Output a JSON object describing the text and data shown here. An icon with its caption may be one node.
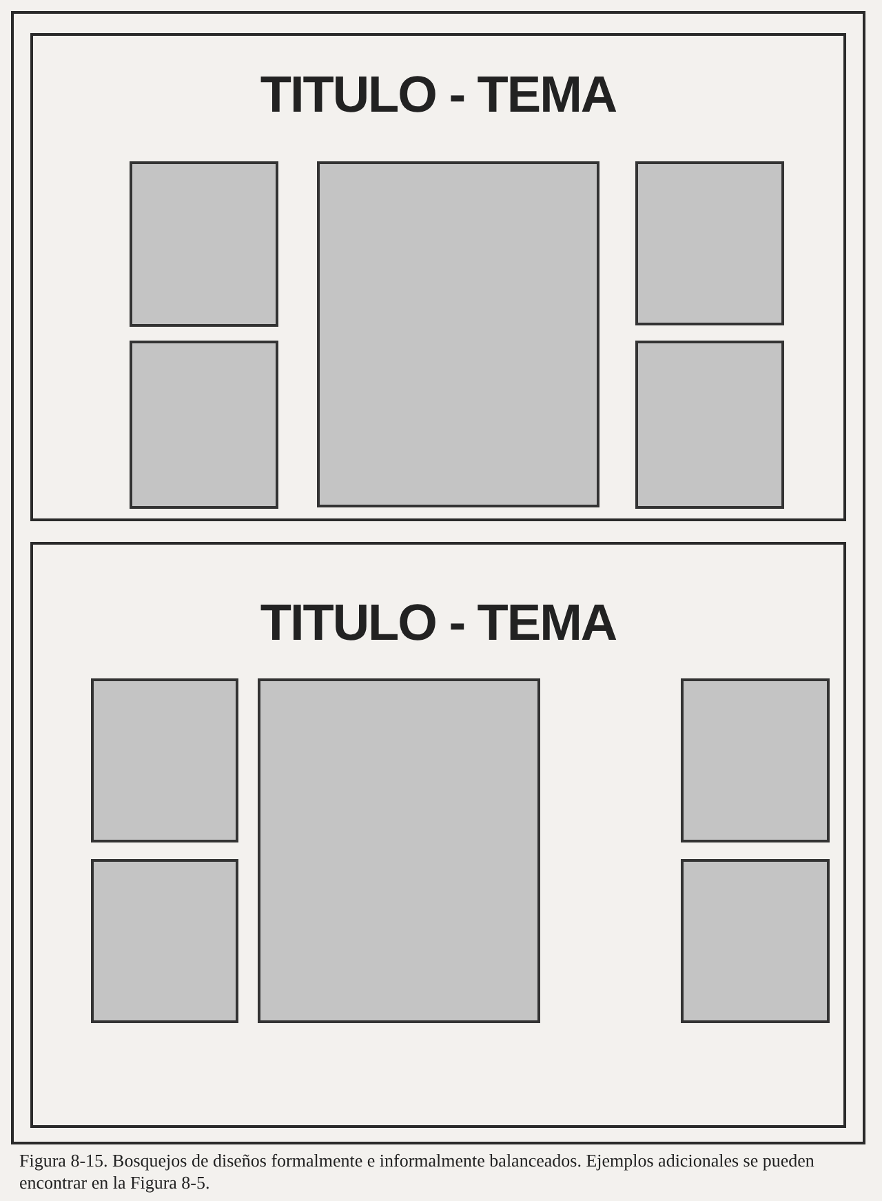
{
  "diagram": {
    "caption": "Figura 8-15. Bosquejos de diseños formalmente e informalmente balanceados. Ejemplos adicionales se pueden encontrar en la Figura 8-5.",
    "nodes": [
      {
        "text": [
          "TITULO - TEMA"
        ]
      },
      {
        "text": [],
        "shape": "box",
        "in": 0
      },
      {
        "text": [],
        "shape": "box",
        "in": 0
      },
      {
        "text": [],
        "shape": "box",
        "in": 0
      },
      {
        "text": [],
        "shape": "box",
        "in": 0
      },
      {
        "text": [],
        "shape": "box",
        "in": 0
      },
      {
        "text": [
          "TITULO - TEMA"
        ]
      },
      {
        "text": [],
        "shape": "box",
        "in": 6
      },
      {
        "text": [],
        "shape": "box",
        "in": 6
      },
      {
        "text": [],
        "shape": "box",
        "in": 6
      },
      {
        "text": [],
        "shape": "box",
        "in": 6
      },
      {
        "text": [],
        "shape": "box",
        "in": 6
      }
    ]
  }
}
